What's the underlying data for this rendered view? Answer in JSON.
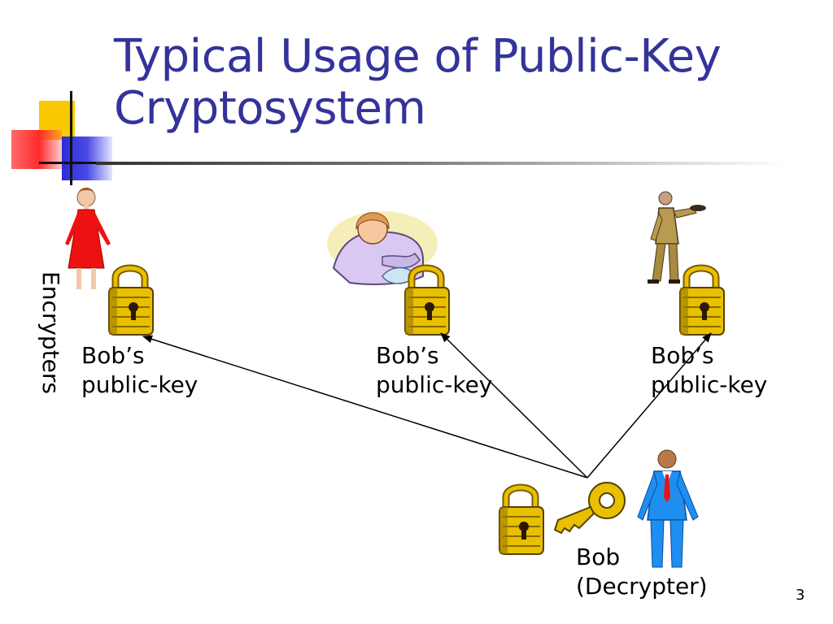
{
  "slide": {
    "title_line1": "Typical Usage of Public-Key",
    "title_line2": "Cryptosystem",
    "side_label": "Encrypters",
    "page_number": "3"
  },
  "encrypters": [
    {
      "label_line1": "Bob’s",
      "label_line2": "public-key"
    },
    {
      "label_line1": "Bob’s",
      "label_line2": "public-key"
    },
    {
      "label_line1": "Bob’s",
      "label_line2": "public-key"
    }
  ],
  "decrypter": {
    "label_line1": "Bob",
    "label_line2": "(Decrypter)"
  },
  "icons": [
    "woman-icon",
    "office-worker-icon",
    "gentleman-icon",
    "padlock-icon",
    "key-icon",
    "man-icon"
  ],
  "colors": {
    "title": "#33339a",
    "padlock_body": "#e8c000",
    "padlock_shadow": "#7a5a00",
    "woman_dress": "#ee1111",
    "man_suit": "#1e8ff0",
    "key": "#d8b400"
  }
}
